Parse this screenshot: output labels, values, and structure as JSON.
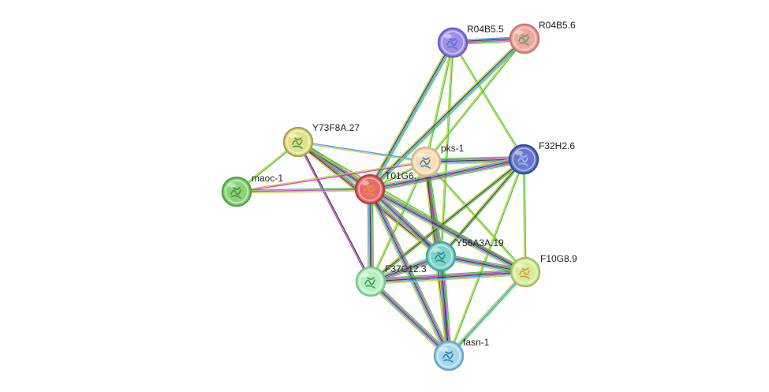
{
  "network": {
    "nodes": [
      {
        "id": "R04B5.5",
        "label": "R04B5.5",
        "color": "#9f8fe6",
        "ring": "#6b5cc4",
        "glyph": "#5a6fd8"
      },
      {
        "id": "R04B5.6",
        "label": "R04B5.6",
        "color": "#f0a8a0",
        "ring": "#c97a72",
        "glyph": "#5aa06a"
      },
      {
        "id": "Y73F8A.27",
        "label": "Y73F8A.27",
        "color": "#e4e08c",
        "ring": "#a8a45a",
        "glyph": "#4a9a4a"
      },
      {
        "id": "pks-1",
        "label": "pks-1",
        "color": "#fadcb4",
        "ring": "#d8b48a",
        "glyph": "#3a8ab0"
      },
      {
        "id": "F32H2.6",
        "label": "F32H2.6",
        "color": "#6a78d0",
        "ring": "#3a48a0",
        "glyph": "#a0c0e0"
      },
      {
        "id": "maoc-1",
        "label": "maoc-1",
        "color": "#8cd47c",
        "ring": "#5aa04c",
        "glyph": "#4a8a3a"
      },
      {
        "id": "T01G6",
        "label": "T01G6.",
        "color": "#ee6a6a",
        "ring": "#b83c3c",
        "glyph": "#d89a3a"
      },
      {
        "id": "Y56A3A.19",
        "label": "Y56A3A.19",
        "color": "#7ed4cc",
        "ring": "#4aa49c",
        "glyph": "#2a8a8a"
      },
      {
        "id": "F10G8.9",
        "label": "F10G8.9",
        "color": "#d8ec9a",
        "ring": "#a4bc64",
        "glyph": "#d89a3a"
      },
      {
        "id": "F37C12.3",
        "label": "F37C12.3",
        "color": "#b4f0c4",
        "ring": "#7cc48c",
        "glyph": "#4a9a5a"
      },
      {
        "id": "fasn-1",
        "label": "fasn-1",
        "color": "#a8d8f0",
        "ring": "#6ca4c4",
        "glyph": "#3a7ab0"
      }
    ],
    "edges": [
      {
        "source": "R04B5.5",
        "target": "R04B5.6",
        "colors": [
          "#3399ff",
          "#333333",
          "#cc33cc",
          "#33cc33"
        ]
      },
      {
        "source": "R04B5.5",
        "target": "pks-1",
        "colors": [
          "#33cc33",
          "#cccc33"
        ]
      },
      {
        "source": "R04B5.5",
        "target": "T01G6",
        "colors": [
          "#33cc33",
          "#3399ff",
          "#333333",
          "#cccc33"
        ]
      },
      {
        "source": "R04B5.5",
        "target": "Y56A3A.19",
        "colors": [
          "#33cc33",
          "#cccc33"
        ]
      },
      {
        "source": "R04B5.5",
        "target": "F32H2.6",
        "colors": [
          "#33cc33",
          "#cccc33"
        ]
      },
      {
        "source": "R04B5.6",
        "target": "pks-1",
        "colors": [
          "#33cc33",
          "#cccc33"
        ]
      },
      {
        "source": "R04B5.6",
        "target": "T01G6",
        "colors": [
          "#33cc33",
          "#3399ff",
          "#333333",
          "#cccc33"
        ]
      },
      {
        "source": "Y73F8A.27",
        "target": "maoc-1",
        "colors": [
          "#33cc33",
          "#cccc33"
        ]
      },
      {
        "source": "Y73F8A.27",
        "target": "pks-1",
        "colors": [
          "#3399ff",
          "#cccc33"
        ]
      },
      {
        "source": "Y73F8A.27",
        "target": "T01G6",
        "colors": [
          "#33cc33",
          "#cc33cc",
          "#333333",
          "#3399ff",
          "#cccc33"
        ]
      },
      {
        "source": "Y73F8A.27",
        "target": "F37C12.3",
        "colors": [
          "#333333",
          "#cc33cc"
        ]
      },
      {
        "source": "Y73F8A.27",
        "target": "Y56A3A.19",
        "colors": [
          "#33cc33",
          "#cc33cc",
          "#333333",
          "#cccc33"
        ]
      },
      {
        "source": "Y73F8A.27",
        "target": "F10G8.9",
        "colors": [
          "#33cc33",
          "#cccc33"
        ]
      },
      {
        "source": "maoc-1",
        "target": "T01G6",
        "colors": [
          "#33cc33",
          "#cc33cc",
          "#cccc33"
        ]
      },
      {
        "source": "maoc-1",
        "target": "pks-1",
        "colors": [
          "#cccc33",
          "#cc33cc"
        ]
      },
      {
        "source": "pks-1",
        "target": "T01G6",
        "colors": [
          "#33cc33",
          "#cccc33"
        ]
      },
      {
        "source": "pks-1",
        "target": "F32H2.6",
        "colors": [
          "#33cc33",
          "#cc33cc",
          "#333333",
          "#3399ff",
          "#cccc33"
        ]
      },
      {
        "source": "pks-1",
        "target": "Y56A3A.19",
        "colors": [
          "#33cc33",
          "#cc33cc",
          "#333333",
          "#cccc33"
        ]
      },
      {
        "source": "pks-1",
        "target": "F37C12.3",
        "colors": [
          "#33cc33",
          "#cccc33"
        ]
      },
      {
        "source": "pks-1",
        "target": "F10G8.9",
        "colors": [
          "#33cc33",
          "#cccc33"
        ]
      },
      {
        "source": "pks-1",
        "target": "fasn-1",
        "colors": [
          "#33cc33",
          "#cc33cc",
          "#333333",
          "#cccc33"
        ]
      },
      {
        "source": "F32H2.6",
        "target": "T01G6",
        "colors": [
          "#33cc33",
          "#cc33cc",
          "#333333",
          "#3399ff",
          "#cccc33"
        ]
      },
      {
        "source": "F32H2.6",
        "target": "Y56A3A.19",
        "colors": [
          "#33cc33",
          "#333333",
          "#cccc33"
        ]
      },
      {
        "source": "F32H2.6",
        "target": "F37C12.3",
        "colors": [
          "#33cc33",
          "#333333",
          "#cccc33"
        ]
      },
      {
        "source": "F32H2.6",
        "target": "F10G8.9",
        "colors": [
          "#33cc33",
          "#cccc33"
        ]
      },
      {
        "source": "F32H2.6",
        "target": "fasn-1",
        "colors": [
          "#33cc33",
          "#cccc33"
        ]
      },
      {
        "source": "T01G6",
        "target": "Y56A3A.19",
        "colors": [
          "#33cc33",
          "#cc33cc",
          "#333333",
          "#3399ff",
          "#cccc33"
        ]
      },
      {
        "source": "T01G6",
        "target": "F37C12.3",
        "colors": [
          "#33cc33",
          "#cc33cc",
          "#333333",
          "#3399ff",
          "#cccc33"
        ]
      },
      {
        "source": "T01G6",
        "target": "F10G8.9",
        "colors": [
          "#33cc33",
          "#cc33cc",
          "#333333",
          "#3399ff",
          "#cccc33"
        ]
      },
      {
        "source": "T01G6",
        "target": "fasn-1",
        "colors": [
          "#33cc33",
          "#cc33cc",
          "#333333",
          "#3399ff",
          "#cccc33"
        ]
      },
      {
        "source": "Y56A3A.19",
        "target": "F37C12.3",
        "colors": [
          "#33cc33",
          "#cc33cc",
          "#333333",
          "#3399ff",
          "#cccc33"
        ]
      },
      {
        "source": "Y56A3A.19",
        "target": "F10G8.9",
        "colors": [
          "#33cc33",
          "#cc33cc",
          "#333333",
          "#3399ff",
          "#cccc33"
        ]
      },
      {
        "source": "Y56A3A.19",
        "target": "fasn-1",
        "colors": [
          "#33cc33",
          "#cc33cc",
          "#333333",
          "#3399ff",
          "#cccc33"
        ]
      },
      {
        "source": "F37C12.3",
        "target": "F10G8.9",
        "colors": [
          "#33cc33",
          "#cc33cc",
          "#333333",
          "#3399ff",
          "#cccc33"
        ]
      },
      {
        "source": "F37C12.3",
        "target": "fasn-1",
        "colors": [
          "#33cc33",
          "#cc33cc",
          "#333333",
          "#3399ff",
          "#cccc33"
        ]
      },
      {
        "source": "F10G8.9",
        "target": "fasn-1",
        "colors": [
          "#33cc33",
          "#3399ff",
          "#cccc33"
        ]
      }
    ]
  }
}
